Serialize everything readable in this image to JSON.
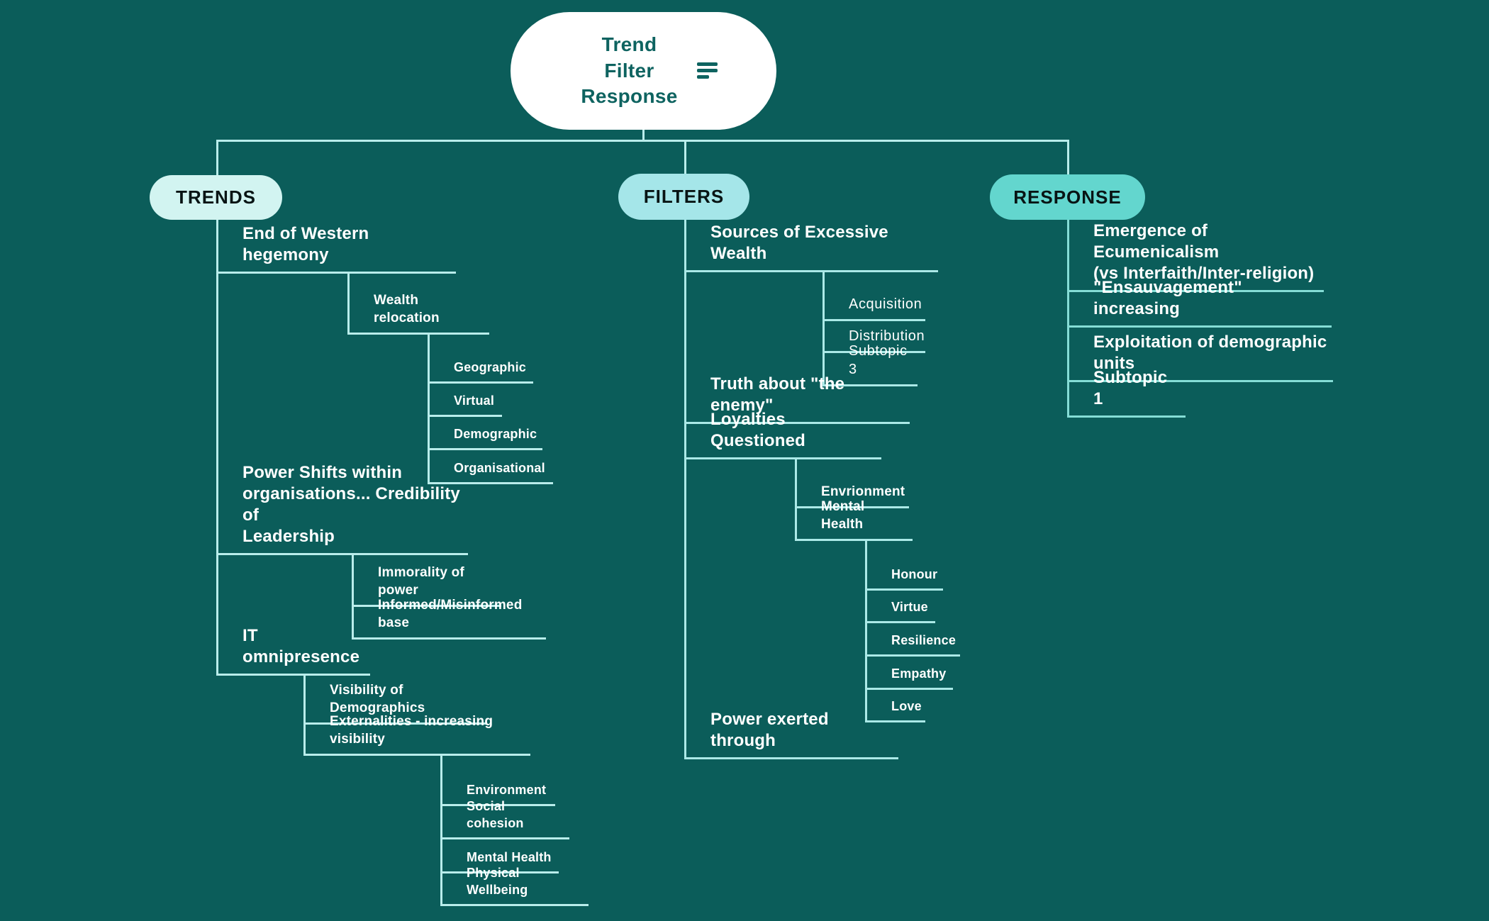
{
  "colors": {
    "background": "#0b5d5a",
    "root-fill": "#ffffff",
    "root-text": "#0e6360",
    "trends-fill": "#d2f4f1",
    "filters-fill": "#a5e6e9",
    "response-fill": "#63d6ce",
    "pill-text": "#081414",
    "topic-text": "#ffffff",
    "line-main": "#b9edeb",
    "line-trends": "#b9edeb",
    "line-filters": "#abe9e7",
    "line-response": "#85ddd6"
  },
  "root": {
    "title": "Trend\nFilter\nResponse",
    "menu_icon": "align-left-icon"
  },
  "branches": {
    "trends": {
      "label": "TRENDS"
    },
    "filters": {
      "label": "FILTERS"
    },
    "response": {
      "label": "RESPONSE"
    }
  },
  "trends": {
    "end_western": "End of Western hegemony",
    "wealth_relocation": "Wealth\nrelocation",
    "geographic": "Geographic",
    "virtual": "Virtual",
    "demographic": "Demographic",
    "organisational": "Organisational",
    "power_shifts": "Power Shifts within\norganisations... Credibility of\nLeadership",
    "immorality": "Immorality of power",
    "informed": "Informed/Misinformed base",
    "it_omnipresence": "IT omnipresence",
    "visibility": "Visibility of Demographics",
    "externalities": "Externalities - increasing visibility",
    "environment": "Environment",
    "social_cohesion": "Social cohesion",
    "mental_health": "Mental Health",
    "physical_wellbeing": "Physical Wellbeing"
  },
  "filters": {
    "sources": "Sources of Excessive Wealth",
    "acquisition": "Acquisition",
    "distribution": "Distribution",
    "subtopic3": "Subtopic 3",
    "truth": "Truth about \"the enemy\"",
    "loyalties": "Loyalties Questioned",
    "envrionment": "Envrionment",
    "mental_health": "Mental Health",
    "honour": "Honour",
    "virtue": "Virtue",
    "resilience": "Resilience",
    "empathy": "Empathy",
    "love": "Love",
    "power_exerted": "Power exerted through"
  },
  "response": {
    "emergence": "Emergence of Ecumenicalism\n(vs Interfaith/Inter-religion)",
    "ensauvagement": "\"Ensauvagement\" increasing",
    "exploitation": "Exploitation of demographic\nunits",
    "subtopic1": "Subtopic 1"
  }
}
